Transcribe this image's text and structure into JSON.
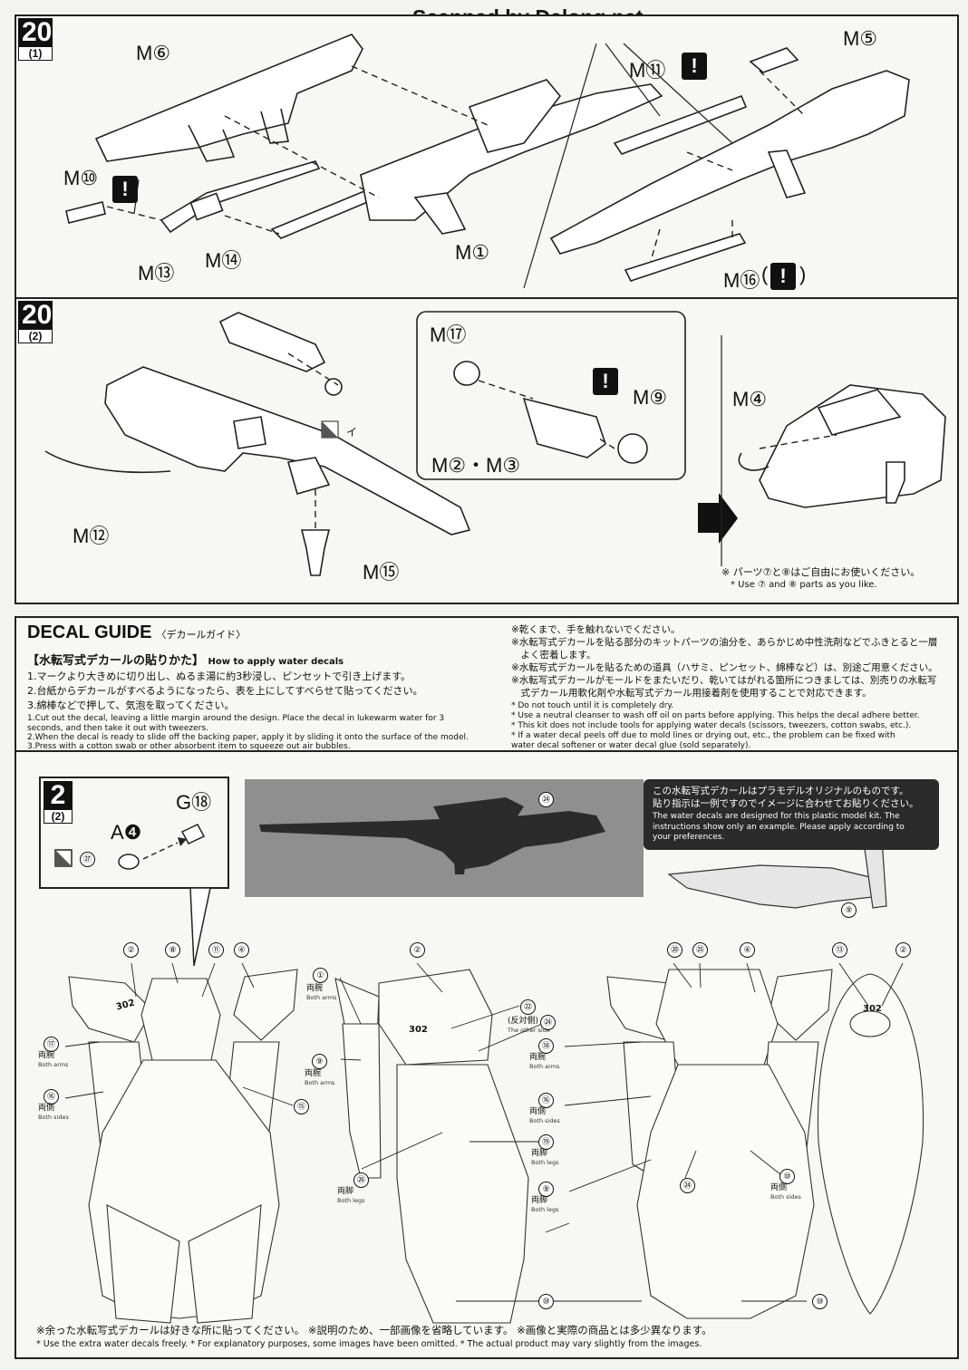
{
  "header": {
    "scan_credit": "Scanned by Dalong.net"
  },
  "step20_1": {
    "step": "20",
    "sub": "(1)",
    "labels": {
      "m6": "M⑥",
      "m5": "M⑤",
      "m11": "M⑪",
      "m10": "M⑩",
      "m13": "M⑬",
      "m14": "M⑭",
      "m1": "M①",
      "m16": "M⑯"
    }
  },
  "step20_2": {
    "step": "20",
    "sub": "(2)",
    "labels": {
      "m17": "M⑰",
      "m9": "M⑨",
      "m23": "M②・M③",
      "m4": "M④",
      "m12": "M⑫",
      "m15": "M⑮"
    },
    "note_jp": "※ パーツ⑦と⑧はご自由にお使いください。",
    "note_en": "* Use ⑦ and ⑧ parts as you like.",
    "decal_ref": "イ"
  },
  "decal_guide": {
    "title": "DECAL GUIDE",
    "title_jp": "〈デカールガイド〉",
    "howto_jp": "【水転写式デカールの貼りかた】",
    "howto_en": "How to apply water decals",
    "steps_jp": [
      "1.マークより大きめに切り出し、ぬるま湯に約3秒浸し、ピンセットで引き上げます。",
      "2.台紙からデカールがすべるようになったら、表を上にしてすべらせて貼ってください。",
      "3.綿棒などで押して、気泡を取ってください。"
    ],
    "steps_en": [
      "1.Cut out the decal, leaving a little margin around the design. Place the decal in lukewarm water for 3\n   seconds, and then take it out with tweezers.",
      "2.When the decal is ready to slide off the backing paper, apply it by sliding it onto the surface of the model.",
      "3.Press with a cotton swab or other absorbent item to squeeze out air bubbles."
    ],
    "notes_jp": [
      "※乾くまで、手を触れないでください。",
      "※水転写式デカールを貼る部分のキットパーツの油分を、あらかじめ中性洗剤などでふきとると一層\n　よく密着します。",
      "※水転写式デカールを貼るための道具（ハサミ、ピンセット、綿棒など）は、別途ご用意ください。",
      "※水転写式デカールがモールドをまたいだり、乾いてはがれる箇所につきましては、別売りの水転写\n　式デカール用軟化剤や水転写式デカール用接着剤を使用することで対応できます。"
    ],
    "notes_en": [
      "* Do not touch until it is completely dry.",
      "* Use a neutral cleanser to wash off oil on parts before applying. This helps the decal adhere better.",
      "* This kit does not include tools for applying water decals (scissors, tweezers, cotton swabs, etc.).",
      "* If a water decal peels off due to mold lines or drying out, etc., the problem can be fixed with\n   water decal softener or water decal glue (sold separately)."
    ]
  },
  "step2_2": {
    "step": "2",
    "sub": "(2)",
    "labels": {
      "g18": "G⑱",
      "a4": "A❹"
    },
    "decal_num": "㉗"
  },
  "info_box": {
    "jp": "この水転写式デカールはプラモデルオリジナルのものです。\n貼り指示は一例ですのでイメージに合わせてお貼りください。",
    "en": "The water decals are designed for this plastic model kit. The\ninstructions show only an example. Please apply according to\nyour preferences."
  },
  "callouts": {
    "c2": "②",
    "c8": "⑧",
    "c11": "⑪",
    "c4": "④",
    "c1": "①",
    "c2b": "②",
    "c22": "㉒",
    "c24a": "㉔",
    "c20": "⑳",
    "c25": "㉕",
    "c4b": "④",
    "c13": "⑬",
    "c2c": "②",
    "c17": "⑰",
    "c16": "⑯",
    "c15": "⑮",
    "c9": "⑨",
    "c19": "⑲",
    "c26": "㉖",
    "c18": "⑱",
    "c16b": "⑯",
    "c24b": "㉔",
    "c10": "⑩",
    "c9b": "⑨",
    "c10b": "⑩",
    "c10c": "⑩",
    "c9c": "⑨",
    "c24c": "㉔"
  },
  "body_labels": {
    "both_arms_jp": "両腕",
    "both_arms_en": "Both arms",
    "both_sides_jp": "両側",
    "both_sides_en": "Both sides",
    "both_legs_jp": "両脚",
    "both_legs_en": "Both legs",
    "other_side_jp": "(反対側)",
    "other_side_en": "The other side"
  },
  "marks": {
    "num302": "302"
  },
  "footer": {
    "jp": "※余った水転写式デカールは好きな所に貼ってください。 ※説明のため、一部画像を省略しています。 ※画像と実際の商品とは多少異なります。",
    "en": "* Use the extra water decals freely. * For explanatory purposes, some images have been omitted. * The actual product may vary slightly from the images."
  }
}
